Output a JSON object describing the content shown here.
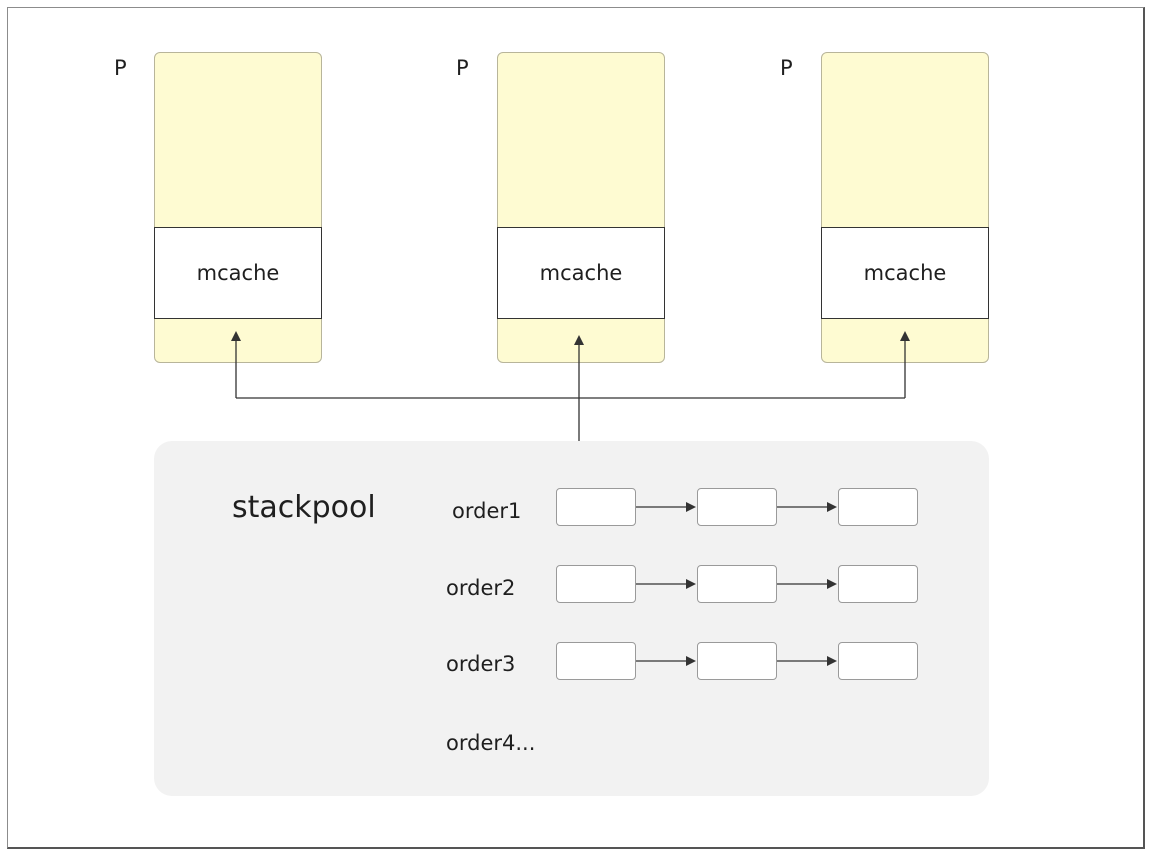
{
  "processors": [
    {
      "label": "P",
      "cache_label": "mcache"
    },
    {
      "label": "P",
      "cache_label": "mcache"
    },
    {
      "label": "P",
      "cache_label": "mcache"
    }
  ],
  "stackpool": {
    "title": "stackpool",
    "orders": [
      {
        "label": "order1",
        "node_count": 3
      },
      {
        "label": "order2",
        "node_count": 3
      },
      {
        "label": "order3",
        "node_count": 3
      },
      {
        "label": "order4...",
        "node_count": 0
      }
    ]
  },
  "colors": {
    "processor_fill": "#fefbd2",
    "pool_fill": "#f2f2f2",
    "line": "#333333"
  }
}
